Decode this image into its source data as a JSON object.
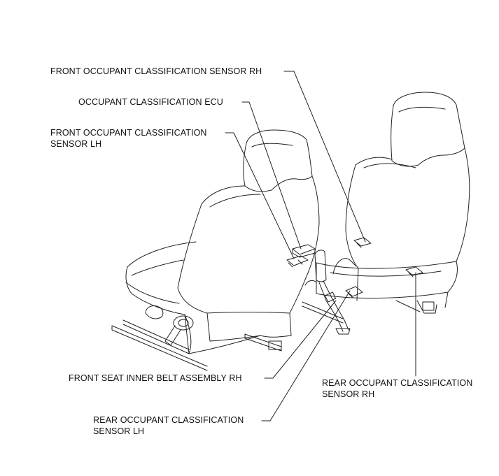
{
  "labels": {
    "front_rh": [
      "FRONT OCCUPANT CLASSIFICATION SENSOR RH"
    ],
    "ecu": [
      "OCCUPANT CLASSIFICATION ECU"
    ],
    "front_lh": [
      "FRONT OCCUPANT CLASSIFICATION",
      "SENSOR LH"
    ],
    "belt_rh": [
      "FRONT SEAT INNER BELT ASSEMBLY RH"
    ],
    "rear_rh": [
      "REAR OCCUPANT CLASSIFICATION",
      "SENSOR RH"
    ],
    "rear_lh": [
      "REAR OCCUPANT CLASSIFICATION",
      "SENSOR LH"
    ]
  },
  "colors": {
    "line": "#222222",
    "text": "#111111"
  }
}
